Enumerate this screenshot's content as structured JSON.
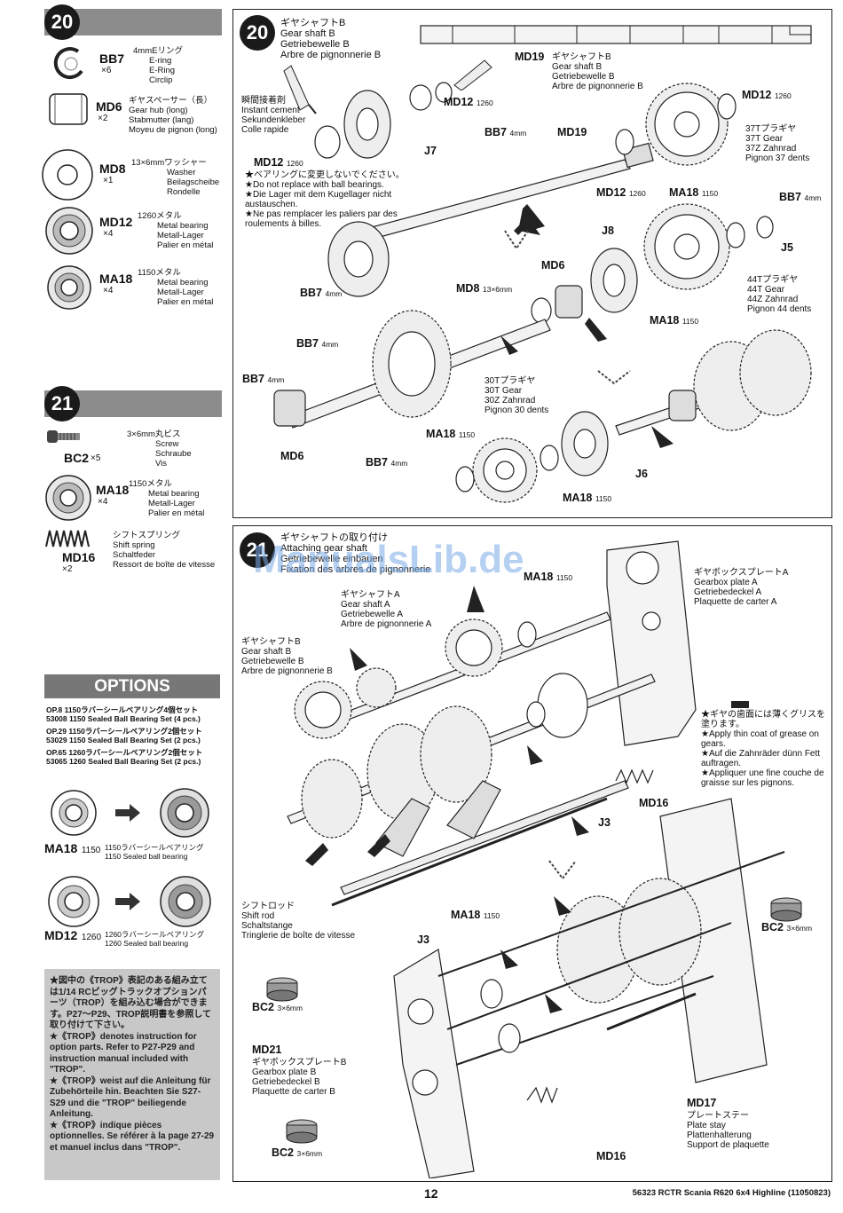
{
  "page": {
    "number": "12",
    "footer": "56323 RCTR Scania R620 6x4 Highline (11050823)",
    "watermark": "ManualsLib.de"
  },
  "sidebar20": {
    "step": "20",
    "parts": [
      {
        "code": "BB7",
        "qty": "×6",
        "jp": "4mmEリング",
        "en": "E-ring",
        "de": "E-Ring",
        "fr": "Circlip"
      },
      {
        "code": "MD6",
        "qty": "×2",
        "jp": "ギヤスペーサー（長）",
        "en": "Gear hub (long)",
        "de": "Stabmutter (lang)",
        "fr": "Moyeu de pignon (long)"
      },
      {
        "code": "MD8",
        "qty": "×1",
        "jp": "13×6mmワッシャー",
        "en": "Washer",
        "de": "Beilagscheibe",
        "fr": "Rondelle"
      },
      {
        "code": "MD12",
        "qty": "×4",
        "jp": "1260メタル",
        "en": "Metal bearing",
        "de": "Metall-Lager",
        "fr": "Palier en métal"
      },
      {
        "code": "MA18",
        "qty": "×4",
        "jp": "1150メタル",
        "en": "Metal bearing",
        "de": "Metall-Lager",
        "fr": "Palier en métal"
      }
    ]
  },
  "sidebar21": {
    "step": "21",
    "parts": [
      {
        "code": "BC2",
        "qty": "×5",
        "jp": "3×6mm丸ビス",
        "en": "Screw",
        "de": "Schraube",
        "fr": "Vis"
      },
      {
        "code": "MA18",
        "qty": "×4",
        "jp": "1150メタル",
        "en": "Metal bearing",
        "de": "Metall-Lager",
        "fr": "Palier en métal"
      },
      {
        "code": "MD16",
        "qty": "×2",
        "jp": "シフトスプリング",
        "en": "Shift spring",
        "de": "Schaltfeder",
        "fr": "Ressort de boîte de vitesse"
      }
    ]
  },
  "options": {
    "title": "OPTIONS",
    "items": [
      {
        "ref": "OP.8",
        "jp": "1150ラバーシールベアリング4個セット",
        "line": "53008 1150 Sealed Ball Bearing Set (4 pcs.)"
      },
      {
        "ref": "OP.29",
        "jp": "1150ラバーシールベアリング2個セット",
        "line": "53029 1150 Sealed Ball Bearing Set (2 pcs.)"
      },
      {
        "ref": "OP.65",
        "jp": "1260ラバーシールベアリング2個セット",
        "line": "53065 1260 Sealed Ball Bearing Set (2 pcs.)"
      }
    ],
    "swaps": [
      {
        "code": "MA18",
        "size": "1150",
        "jp": "1150ラバーシールベアリング",
        "en": "1150 Sealed ball bearing"
      },
      {
        "code": "MD12",
        "size": "1260",
        "jp": "1260ラバーシールベアリング",
        "en": "1260 Sealed ball bearing"
      }
    ],
    "note_jp": "★図中の《TROP》表記のある組み立ては1/14 RCビッグトラックオプションパーツ（TROP）を組み込む場合ができます。P27〜P29、TROP説明書を参照して取り付けて下さい。",
    "note_en": "★《TROP》denotes instruction for option parts. Refer to P27-P29 and instruction manual included with \"TROP\".",
    "note_de": "★《TROP》weist auf die Anleitung für Zubehörteile hin. Beachten Sie S27-S29 und die \"TROP\" beiliegende Anleitung.",
    "note_fr": "★《TROP》indique pièces optionnelles. Se référer à la page 27-29 et manuel inclus dans \"TROP\"."
  },
  "step20": {
    "number": "20",
    "title_jp": "ギヤシャフトB",
    "title_en": "Gear shaft B",
    "title_de": "Getriebewelle B",
    "title_fr": "Arbre de pignonnerie B",
    "md19": {
      "code": "MD19",
      "jp": "ギヤシャフトB",
      "en": "Gear shaft B",
      "de": "Getriebewelle B",
      "fr": "Arbre de pignonnerie B"
    },
    "cement": {
      "jp": "瞬間接着剤",
      "en": "Instant cement",
      "de": "Sekundenkleber",
      "fr": "Colle rapide"
    },
    "warning": {
      "code": "MD12",
      "size": "1260",
      "jp": "★ベアリングに変更しないでください。",
      "en": "★Do not replace with ball bearings.",
      "de": "★Die Lager mit dem Kugellager nicht austauschen.",
      "fr": "★Ne pas remplacer les paliers par des roulements à billes."
    },
    "gear37": {
      "jp": "37Tプラギヤ",
      "en": "37T Gear",
      "de": "37Z Zahnrad",
      "fr": "Pignon 37 dents"
    },
    "gear44": {
      "jp": "44Tプラギヤ",
      "en": "44T Gear",
      "de": "44Z Zahnrad",
      "fr": "Pignon 44 dents"
    },
    "gear30": {
      "jp": "30Tプラギヤ",
      "en": "30T Gear",
      "de": "30Z Zahnrad",
      "fr": "Pignon 30 dents"
    },
    "callouts": {
      "md12": "MD12",
      "s1260": "1260",
      "bb7": "BB7",
      "s4": "4mm",
      "md19": "MD19",
      "j7": "J7",
      "j8": "J8",
      "j5": "J5",
      "j6": "J6",
      "md6": "MD6",
      "md8": "MD8",
      "s13x6": "13×6mm",
      "ma18": "MA18",
      "s1150": "1150"
    }
  },
  "step21": {
    "number": "21",
    "title_jp": "ギヤシャフトの取り付け",
    "title_en": "Attaching gear shaft",
    "title_de": "Getriebewelle einbauen",
    "title_fr": "Fixation des arbres de pignonnerie",
    "plateA": {
      "jp": "ギヤボックスプレートA",
      "en": "Gearbox plate A",
      "de": "Getriebedeckel A",
      "fr": "Plaquette de carter A"
    },
    "shaftA": {
      "jp": "ギヤシャフトA",
      "en": "Gear shaft A",
      "de": "Getriebewelle A",
      "fr": "Arbre de pignonnerie A"
    },
    "shaftB": {
      "jp": "ギヤシャフトB",
      "en": "Gear shaft B",
      "de": "Getriebewelle B",
      "fr": "Arbre de pignonnerie B"
    },
    "grease": {
      "jp": "★ギヤの歯面には薄くグリスを塗ります。",
      "en": "★Apply thin coat of grease on gears.",
      "de": "★Auf die Zahnräder dünn Fett auftragen.",
      "fr": "★Appliquer une fine couche de graisse sur les pignons."
    },
    "shiftrod": {
      "jp": "シフトロッド",
      "en": "Shift rod",
      "de": "Schaltstange",
      "fr": "Tringlerie de boîte de vitesse"
    },
    "plateB": {
      "jp": "ギヤボックスプレートB",
      "en": "Gearbox plate B",
      "de": "Getriebedeckel B",
      "fr": "Plaquette de carter B"
    },
    "stay": {
      "jp": "プレートステー",
      "en": "Plate stay",
      "de": "Plattenhalterung",
      "fr": "Support de plaquette"
    },
    "callouts": {
      "ma18": "MA18",
      "s1150": "1150",
      "md16": "MD16",
      "j3": "J3",
      "bc2": "BC2",
      "s3x6": "3×6mm",
      "md21": "MD21",
      "md17": "MD17"
    }
  }
}
